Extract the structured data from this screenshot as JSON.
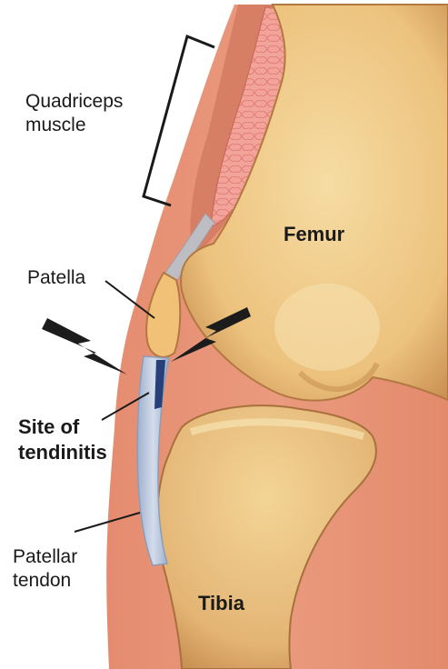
{
  "labels": {
    "quadriceps": "Quadriceps\nmuscle",
    "femur": "Femur",
    "patella": "Patella",
    "site": "Site of\ntendinitis",
    "patellar_tendon": "Patellar\ntendon",
    "tibia": "Tibia"
  },
  "colors": {
    "skin": "#e9977a",
    "skin_shade": "#d97a5c",
    "bone": "#f0cf8c",
    "bone_shade": "#d9a862",
    "muscle": "#f2a59b",
    "tendon": "#b9c6dc",
    "tendon_dark": "#27407a",
    "lightning": "#1c1c1c"
  }
}
